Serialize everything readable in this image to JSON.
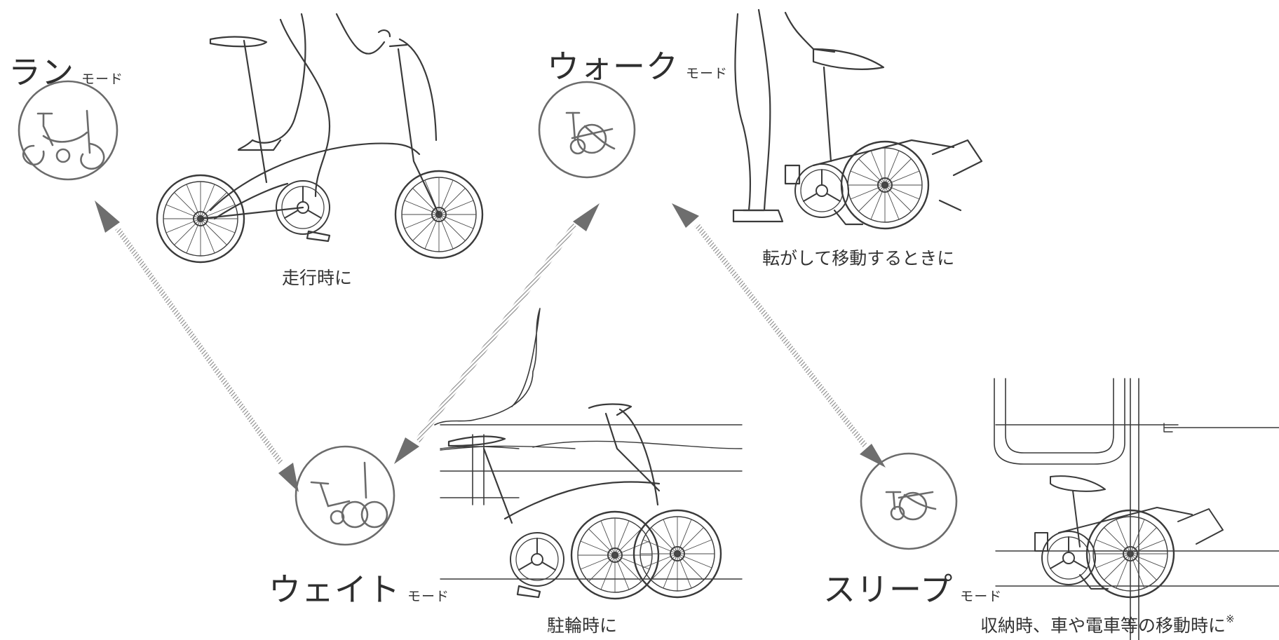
{
  "colors": {
    "line": "#3a3a3a",
    "icon": "#6b6b6b",
    "arrow": "#6e6e6e",
    "text": "#333333"
  },
  "modes": {
    "run": {
      "name": "ラン",
      "suffix": "モード",
      "caption": "走行時に"
    },
    "walk": {
      "name": "ウォーク",
      "suffix": "モード",
      "caption": "転がして移動するときに"
    },
    "wait": {
      "name": "ウェイト",
      "suffix": "モード",
      "caption": "駐輪時に"
    },
    "sleep": {
      "name": "スリープ",
      "suffix": "モード",
      "caption": "収納時、車や電車等の移動時に",
      "note_mark": "※"
    }
  }
}
